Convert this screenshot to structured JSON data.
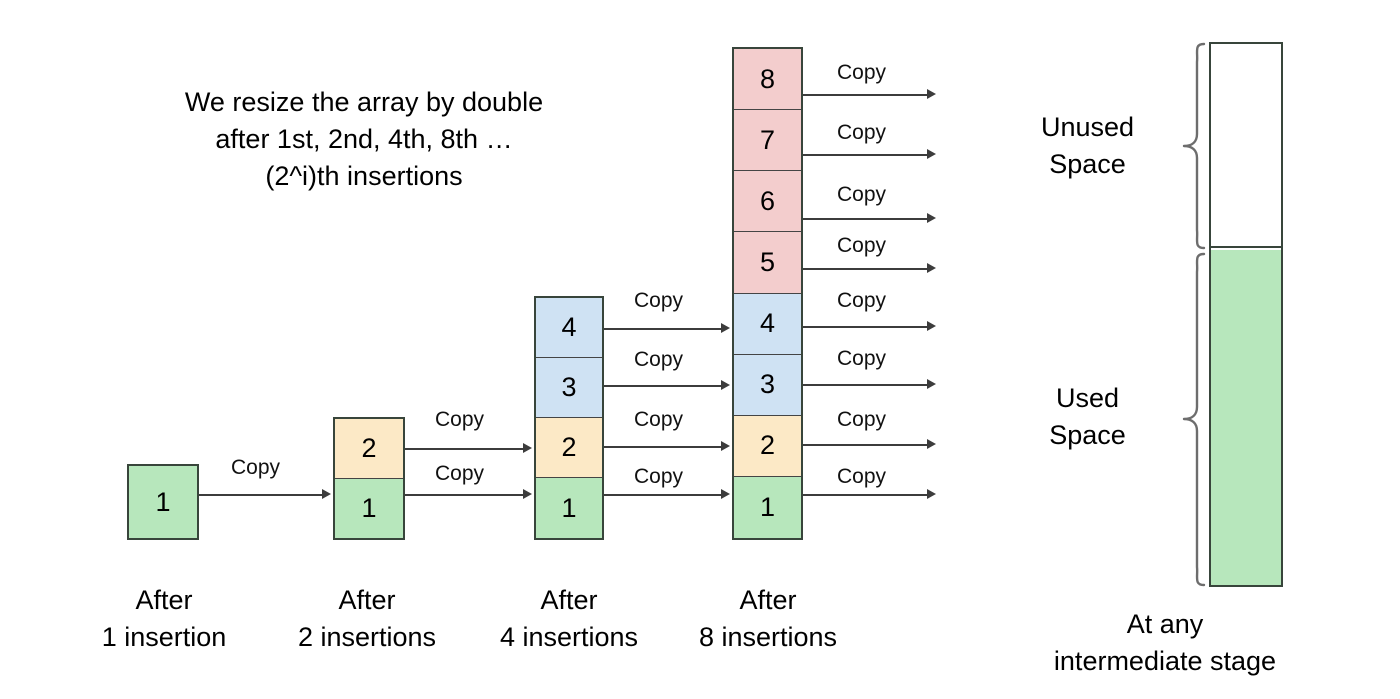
{
  "caption": {
    "text": "We resize the array by double\nafter 1st, 2nd, 4th, 8th …\n(2^i)th insertions"
  },
  "copy_label": "Copy",
  "stages": [
    {
      "id": "stage-1",
      "caption": "After\n1 insertion",
      "cells": [
        {
          "value": "1",
          "color_name": "green",
          "color": "#b7e7bc"
        }
      ]
    },
    {
      "id": "stage-2",
      "caption": "After\n2 insertions",
      "cells": [
        {
          "value": "2",
          "color_name": "yellow",
          "color": "#fce9c6"
        },
        {
          "value": "1",
          "color_name": "green",
          "color": "#b7e7bc"
        }
      ]
    },
    {
      "id": "stage-4",
      "caption": "After\n4 insertions",
      "cells": [
        {
          "value": "4",
          "color_name": "blue",
          "color": "#cfe2f3"
        },
        {
          "value": "3",
          "color_name": "blue",
          "color": "#cfe2f3"
        },
        {
          "value": "2",
          "color_name": "yellow",
          "color": "#fce9c6"
        },
        {
          "value": "1",
          "color_name": "green",
          "color": "#b7e7bc"
        }
      ]
    },
    {
      "id": "stage-8",
      "caption": "After\n8 insertions",
      "cells": [
        {
          "value": "8",
          "color_name": "pink",
          "color": "#f3cdcd"
        },
        {
          "value": "7",
          "color_name": "pink",
          "color": "#f3cdcd"
        },
        {
          "value": "6",
          "color_name": "pink",
          "color": "#f3cdcd"
        },
        {
          "value": "5",
          "color_name": "pink",
          "color": "#f3cdcd"
        },
        {
          "value": "4",
          "color_name": "blue",
          "color": "#cfe2f3"
        },
        {
          "value": "3",
          "color_name": "blue",
          "color": "#cfe2f3"
        },
        {
          "value": "2",
          "color_name": "yellow",
          "color": "#fce9c6"
        },
        {
          "value": "1",
          "color_name": "green",
          "color": "#b7e7bc"
        }
      ]
    }
  ],
  "copy_arrows": {
    "group_1_to_2": 1,
    "group_2_to_4": 2,
    "group_4_to_8": 4,
    "group_8_out": 8,
    "total": 15
  },
  "memory": {
    "unused_label": "Unused\nSpace",
    "used_label": "Used\nSpace",
    "caption": "At any\nintermediate stage",
    "used_color": "#b7e7bc",
    "unused_color": "#ffffff",
    "border_color": "#38453b"
  },
  "palette": {
    "green": "#b7e7bc",
    "yellow": "#fce9c6",
    "blue": "#cfe2f3",
    "pink": "#f3cdcd",
    "stroke": "#38453b",
    "arrow": "#3c3c3c",
    "text": "#000000",
    "background": "#ffffff"
  }
}
